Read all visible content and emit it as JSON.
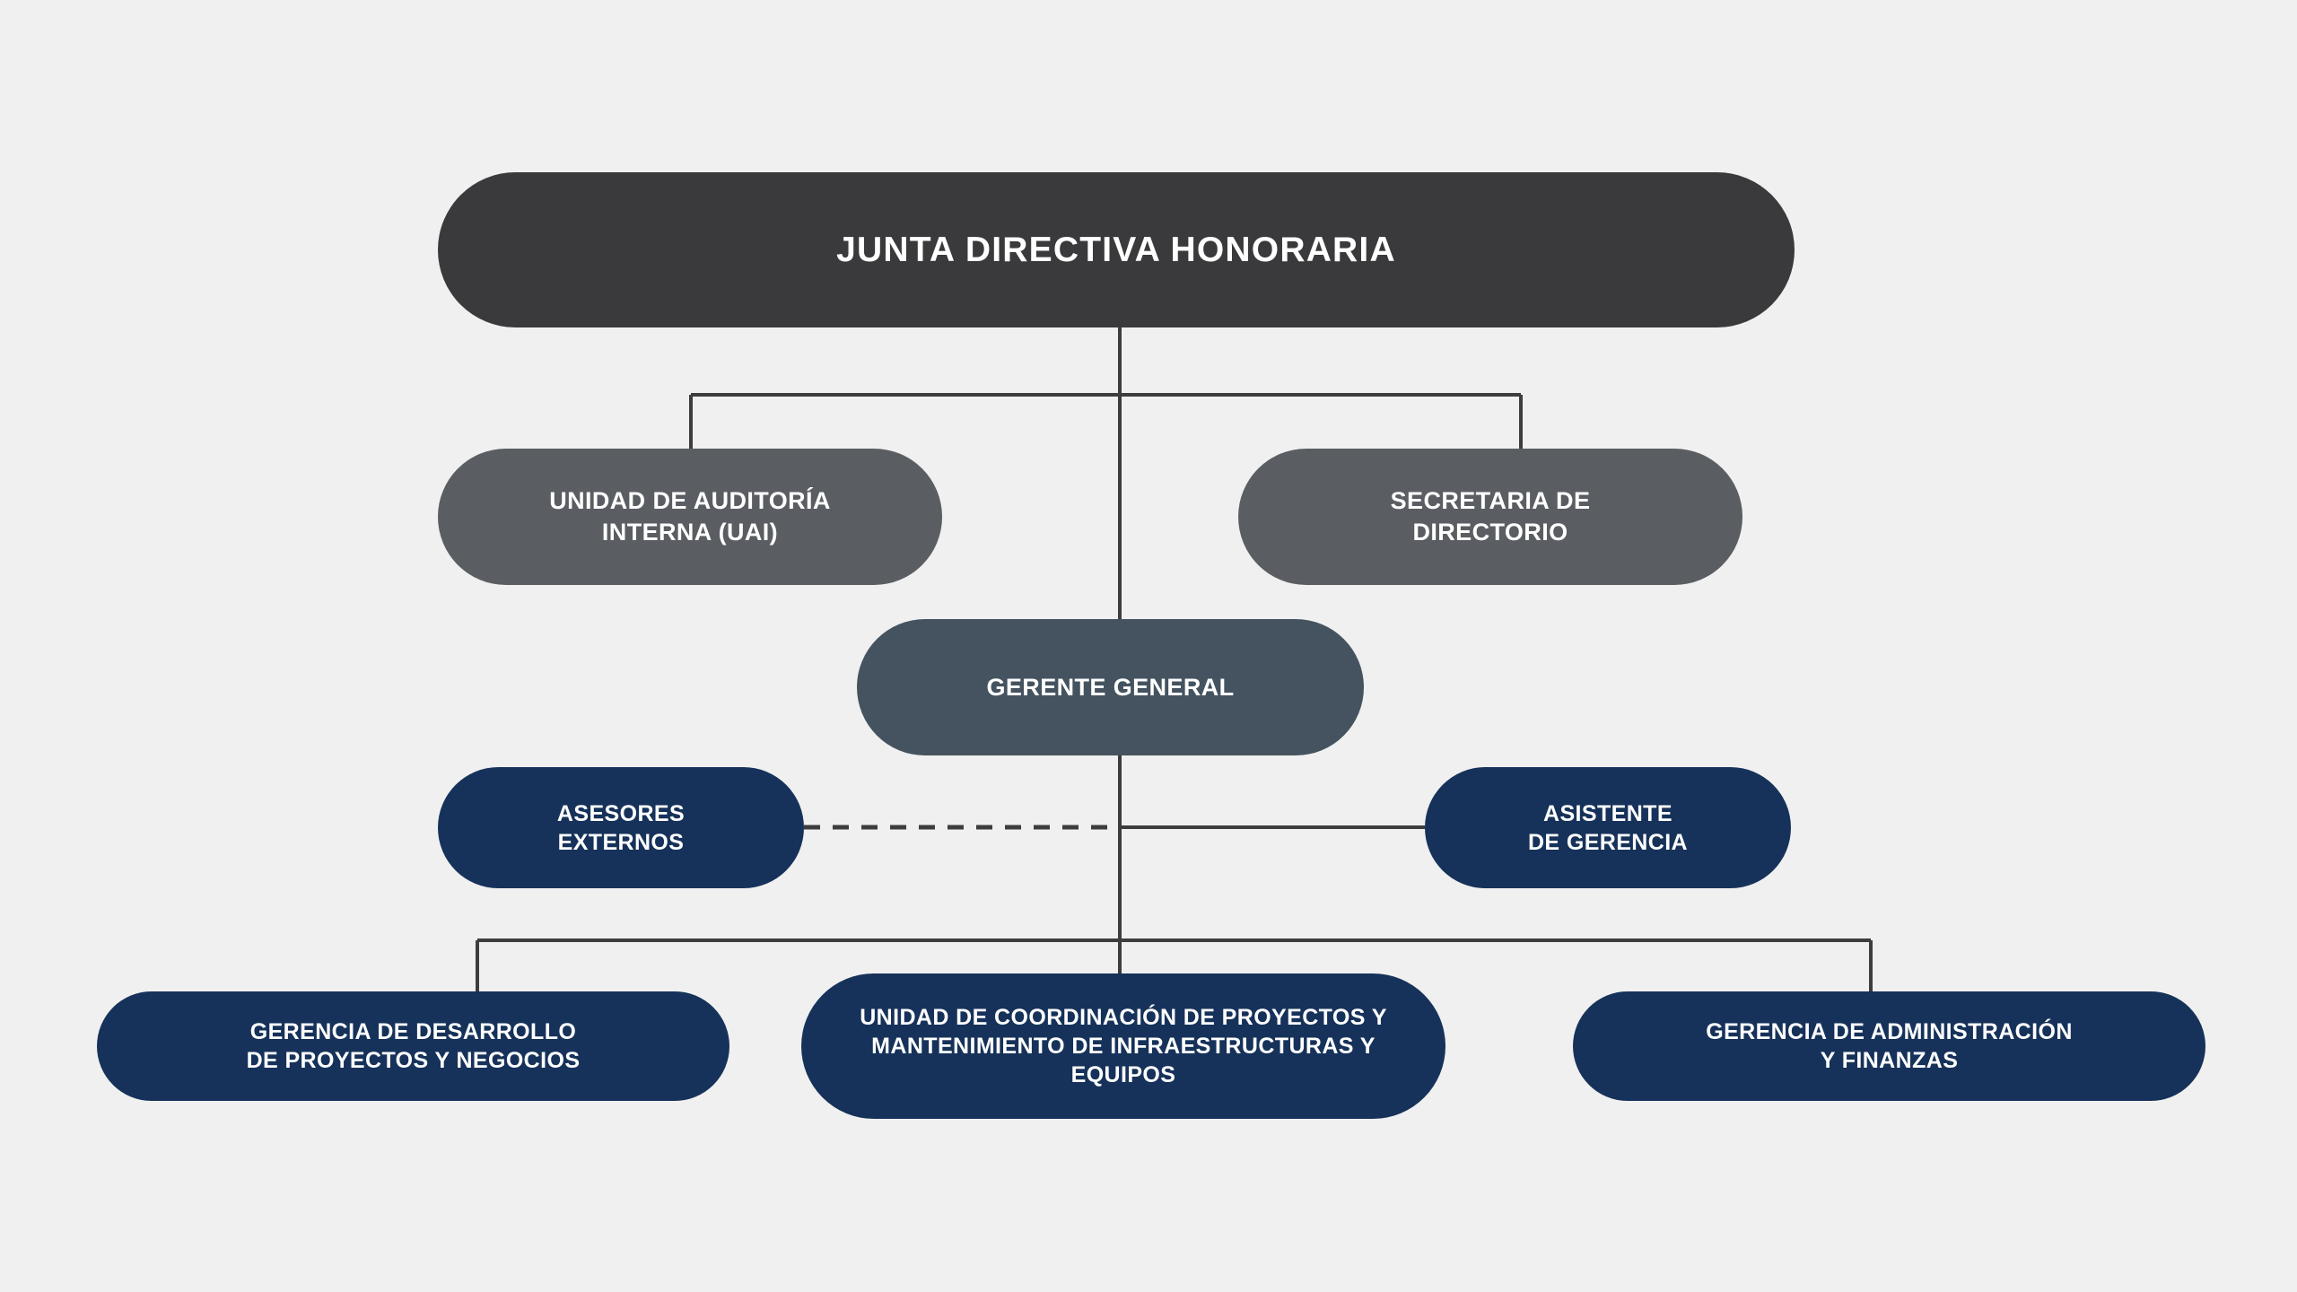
{
  "diagram": {
    "title_text": "JUNTA DIRECTIVA HONORARIA",
    "type": "organizational-chart",
    "background_color": "#f0f0f0",
    "line_color": "#3d3d3f"
  },
  "palette": {
    "board": "#3a3a3c",
    "staff": "#5a5e63",
    "general_manager": "#44535f",
    "unit": "#16325a",
    "text": "#ffffff"
  },
  "nodes": {
    "board": {
      "label": "JUNTA DIRECTIVA HONORARIA",
      "level": "1"
    },
    "internal_audit": {
      "label": "UNIDAD DE AUDITORÍA\nINTERNA (UAI)",
      "level": "2"
    },
    "board_secretary": {
      "label": "SECRETARIA DE\nDIRECTORIO",
      "level": "2"
    },
    "general_manager": {
      "label": "GERENTE GENERAL",
      "level": "3"
    },
    "external_advisors": {
      "label": "ASESORES\nEXTERNOS",
      "level": "4",
      "connector": "dashed"
    },
    "management_assistant": {
      "label": "ASISTENTE\nDE GERENCIA",
      "level": "4",
      "connector": "solid"
    },
    "project_development": {
      "label": "GERENCIA DE DESARROLLO\nDE PROYECTOS Y NEGOCIOS",
      "level": "5"
    },
    "project_coordination": {
      "label": "UNIDAD DE COORDINACIÓN DE PROYECTOS Y\nMANTENIMIENTO DE INFRAESTRUCTURAS Y\nEQUIPOS",
      "level": "5"
    },
    "admin_finance": {
      "label": "GERENCIA DE ADMINISTRACIÓN\nY FINANZAS",
      "level": "5"
    }
  }
}
